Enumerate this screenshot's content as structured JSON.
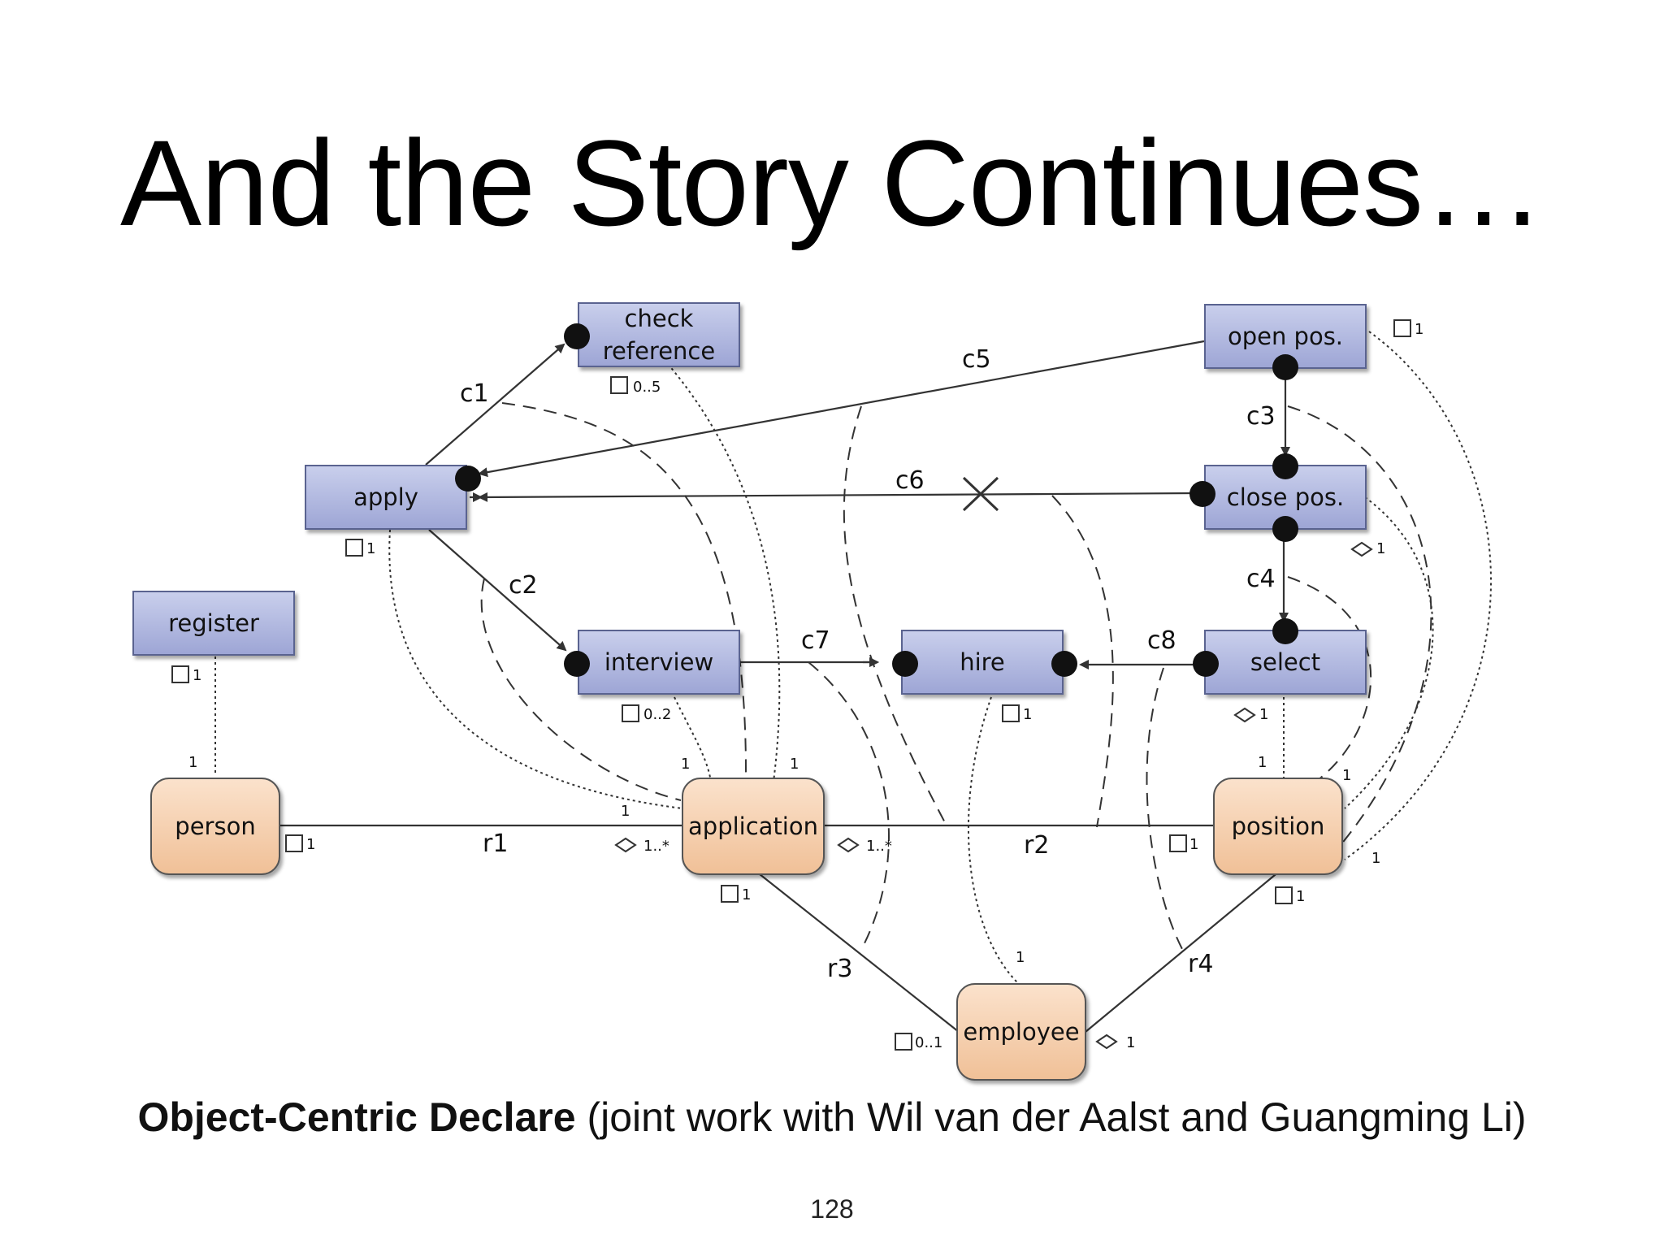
{
  "title": "And the Story Continues…",
  "caption": {
    "bold": "Object-Centric Declare",
    "rest": " (joint work with Wil van der Aalst and Guangming Li)"
  },
  "page_number": "128",
  "activities": {
    "check_reference": [
      "check",
      "reference"
    ],
    "open_pos": "open pos.",
    "apply": "apply",
    "close_pos": "close pos.",
    "register": "register",
    "interview": "interview",
    "hire": "hire",
    "select": "select"
  },
  "objects": {
    "person": "person",
    "application": "application",
    "position": "position",
    "employee": "employee"
  },
  "constraints": [
    "c1",
    "c2",
    "c3",
    "c4",
    "c5",
    "c6",
    "c7",
    "c8"
  ],
  "relations": [
    "r1",
    "r2",
    "r3",
    "r4"
  ],
  "cardinalities": {
    "check_reference": "0..5",
    "open_pos": "1",
    "apply": "1",
    "close_pos": "1",
    "register": "1",
    "interview": "0..2",
    "hire": "1",
    "select": "1",
    "register_person": "1",
    "interview_app": "1",
    "checkref_app": "1",
    "apply_app": "1",
    "select_pos": "1",
    "close_pos_pos": "1",
    "open_pos_pos": "1",
    "open_pos_pos2": "1",
    "hire_emp": "1",
    "person_r1": "1",
    "app_r1": "1..*",
    "app_r2": "1..*",
    "pos_r2": "1",
    "app_r3": "1",
    "pos_r4": "1",
    "emp_r3": "0..1",
    "emp_r4": "1"
  },
  "colors": {
    "activity_fill_top": "#c5cbea",
    "activity_fill_bottom": "#9ea6d6",
    "activity_border": "#5a6390",
    "object_fill_top": "#fbe0c8",
    "object_fill_bottom": "#f1c39b",
    "object_border": "#555555",
    "line": "#333333"
  }
}
